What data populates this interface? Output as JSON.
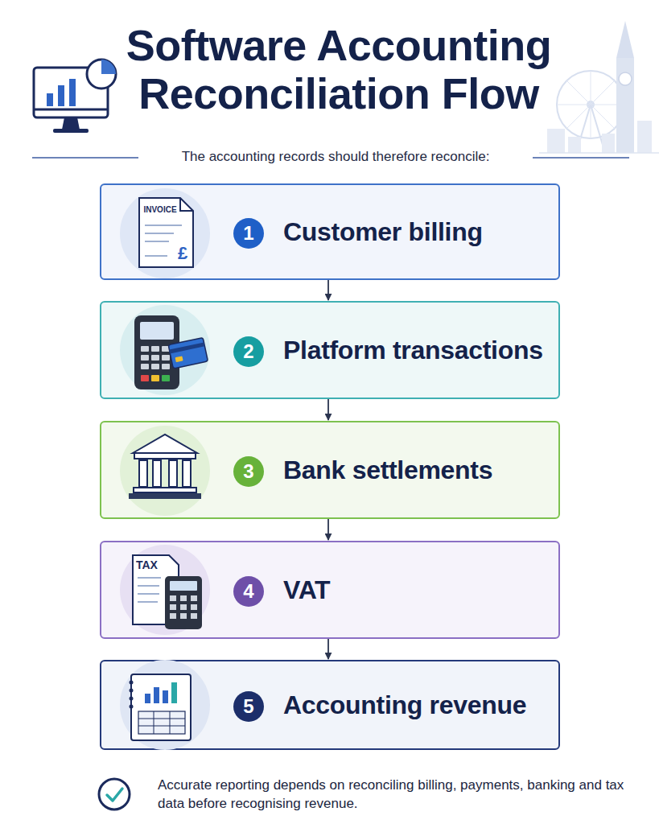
{
  "diagram": {
    "title": "Software Accounting Reconciliation Flow",
    "caption": "Accurate reporting depends on reconciling billing, payments, banking and tax data before recognising revenue.",
    "nodes": [
      {
        "text": [
          "Customer billing"
        ]
      },
      {
        "text": [
          "1"
        ],
        "in": 0
      },
      {
        "text": [
          "Platform transactions"
        ]
      },
      {
        "text": [
          "2"
        ],
        "in": 2
      },
      {
        "text": [
          "Bank settlements"
        ]
      },
      {
        "text": [
          "3"
        ],
        "in": 4
      },
      {
        "text": [
          "VAT"
        ]
      },
      {
        "text": [
          "4"
        ],
        "in": 6
      },
      {
        "text": [
          "Accounting revenue"
        ]
      },
      {
        "text": [
          "5"
        ],
        "in": 8
      }
    ],
    "edges": [
      {
        "from": 0,
        "to": 2,
        "arrow": "to"
      },
      {
        "from": 2,
        "to": 4,
        "arrow": "to"
      },
      {
        "from": 4,
        "to": 6,
        "arrow": "to"
      },
      {
        "from": 6,
        "to": 8,
        "arrow": "to"
      }
    ],
    "labels": [
      "The accounting records should therefore reconcile:",
      "INVOICE",
      "£",
      "TAX"
    ]
  }
}
